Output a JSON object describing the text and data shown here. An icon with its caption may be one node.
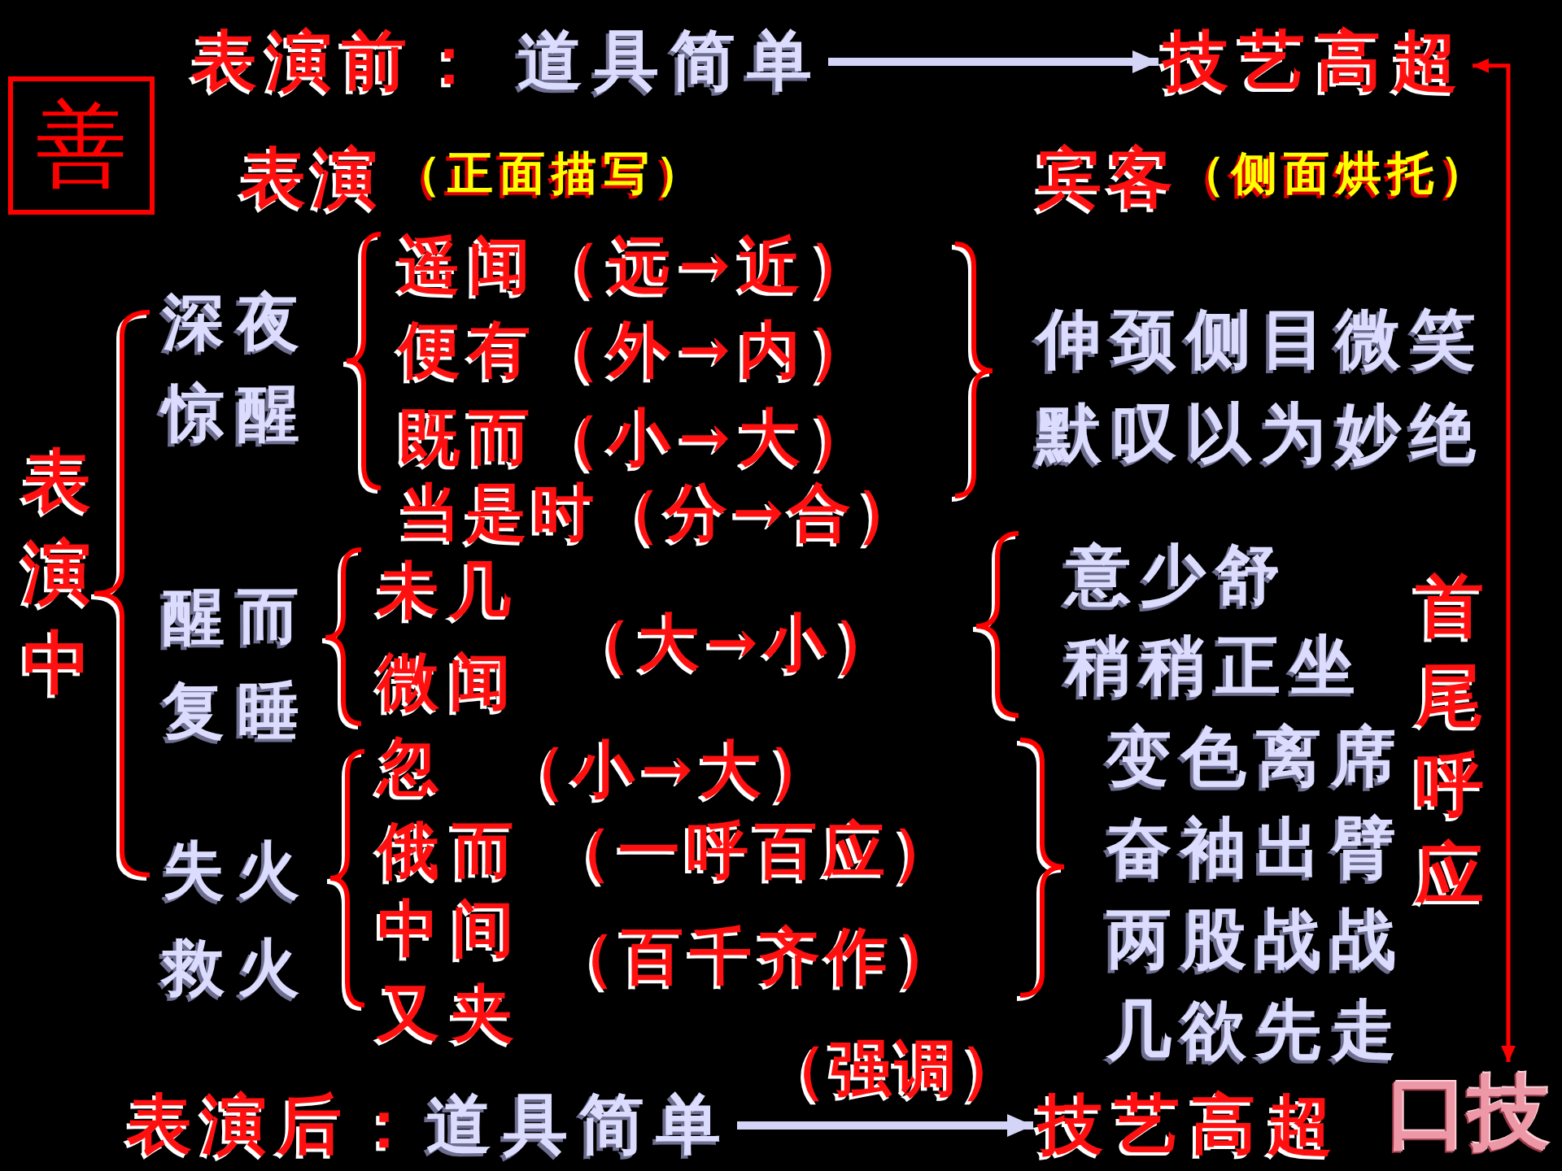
{
  "diagram": {
    "nodes": [
      {
        "text": [
          "道具简单"
        ]
      },
      {
        "text": [
          "技艺高超"
        ]
      },
      {
        "text": [
          "善"
        ]
      },
      {
        "text": [
          "道具简单"
        ]
      },
      {
        "text": [
          "技艺高超"
        ]
      },
      {
        "text": [
          "口技"
        ]
      }
    ],
    "edges": [
      {
        "from": 0,
        "to": 1,
        "arrow": "to"
      },
      {
        "from": 3,
        "to": 4,
        "arrow": "to"
      },
      {
        "from": 1,
        "to": 5,
        "arrow": "both",
        "label": "首尾呼应",
        "color": "#ff0000"
      }
    ],
    "labels": [
      "表演前：",
      "表演",
      "（正面描写）",
      "宾客",
      "（侧面烘托）",
      "深夜惊醒",
      "遥闻（远→近）",
      "便有（外→内）",
      "既而（小→大）",
      "当是时（分→合）",
      "伸颈侧目微笑",
      "默叹以为妙绝",
      "表演中",
      "醒而复睡",
      "未几",
      "微闻",
      "（大→小）",
      "意少舒",
      "稍稍正坐",
      "忽",
      "（小→大）",
      "失火救火",
      "俄而",
      "（一呼百应）",
      "中间",
      "又夹",
      "（百千齐作）",
      "变色离席",
      "奋袖出臂",
      "两股战战",
      "几欲先走",
      "（强调）",
      "表演后："
    ]
  }
}
